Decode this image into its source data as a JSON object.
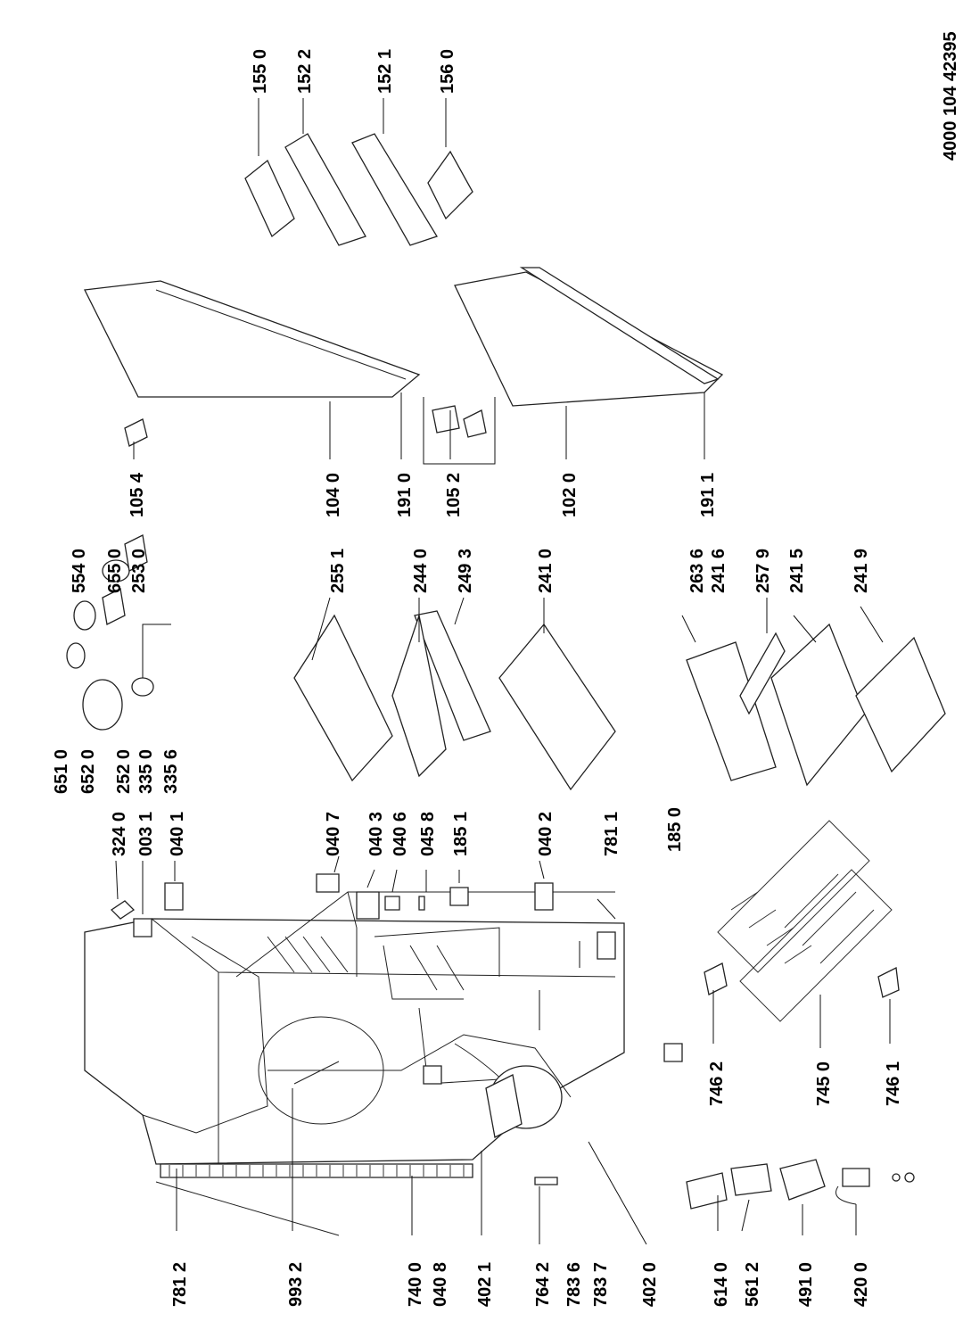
{
  "document": {
    "number": "4000 104 42395"
  },
  "part_labels": [
    "781 2",
    "993 2",
    "740 0",
    "040 8",
    "402 1",
    "764 2",
    "783 6",
    "783 7",
    "402 0",
    "614 0",
    "561 2",
    "491 0",
    "420 0",
    "746 2",
    "745 0",
    "746 1",
    "185 0",
    "781 1",
    "040 2",
    "185 1",
    "045 8",
    "040 6",
    "040 3",
    "040 7",
    "040 1",
    "003 1",
    "324 0",
    "651 0",
    "652 0",
    "252 0",
    "335 0",
    "335 6",
    "554 0",
    "655 0",
    "253 0",
    "255 1",
    "244 0",
    "249 3",
    "241 0",
    "263 6",
    "241 6",
    "257 9",
    "241 5",
    "241 9",
    "105 4",
    "104 0",
    "191 0",
    "105 2",
    "102 0",
    "191 1",
    "155 0",
    "152 2",
    "152 1",
    "156 0"
  ]
}
